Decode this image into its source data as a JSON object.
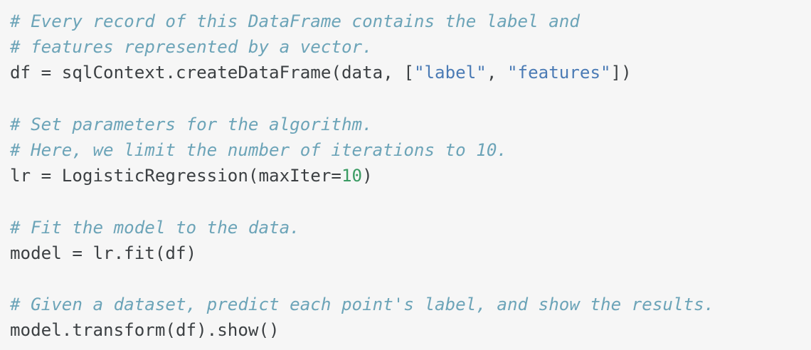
{
  "editor": {
    "language": "python",
    "background_color": "#f6f6f6",
    "colors": {
      "comment": "#6ca4b8",
      "plain": "#3c4043",
      "string": "#4b7bb5",
      "number": "#3a9b63"
    },
    "lines": [
      {
        "index": 0,
        "text": "# Every record of this DataFrame contains the label and",
        "tokens": [
          {
            "type": "comment",
            "text": "# Every record of this DataFrame contains the label and"
          }
        ]
      },
      {
        "index": 1,
        "text": "# features represented by a vector.",
        "tokens": [
          {
            "type": "comment",
            "text": "# features represented by a vector."
          }
        ]
      },
      {
        "index": 2,
        "text": "df = sqlContext.createDataFrame(data, [\"label\", \"features\"])",
        "tokens": [
          {
            "type": "plain",
            "text": "df = sqlContext.createDataFrame(data, ["
          },
          {
            "type": "string",
            "text": "\"label\""
          },
          {
            "type": "plain",
            "text": ", "
          },
          {
            "type": "string",
            "text": "\"features\""
          },
          {
            "type": "plain",
            "text": "])"
          }
        ]
      },
      {
        "index": 3,
        "text": "",
        "tokens": [
          {
            "type": "plain",
            "text": ""
          }
        ]
      },
      {
        "index": 4,
        "text": "# Set parameters for the algorithm.",
        "tokens": [
          {
            "type": "comment",
            "text": "# Set parameters for the algorithm."
          }
        ]
      },
      {
        "index": 5,
        "text": "# Here, we limit the number of iterations to 10.",
        "tokens": [
          {
            "type": "comment",
            "text": "# Here, we limit the number of iterations to 10."
          }
        ]
      },
      {
        "index": 6,
        "text": "lr = LogisticRegression(maxIter=10)",
        "tokens": [
          {
            "type": "plain",
            "text": "lr = LogisticRegression(maxIter="
          },
          {
            "type": "number",
            "text": "10"
          },
          {
            "type": "plain",
            "text": ")"
          }
        ]
      },
      {
        "index": 7,
        "text": "",
        "tokens": [
          {
            "type": "plain",
            "text": ""
          }
        ]
      },
      {
        "index": 8,
        "text": "# Fit the model to the data.",
        "tokens": [
          {
            "type": "comment",
            "text": "# Fit the model to the data."
          }
        ]
      },
      {
        "index": 9,
        "text": "model = lr.fit(df)",
        "tokens": [
          {
            "type": "plain",
            "text": "model = lr.fit(df)"
          }
        ]
      },
      {
        "index": 10,
        "text": "",
        "tokens": [
          {
            "type": "plain",
            "text": ""
          }
        ]
      },
      {
        "index": 11,
        "text": "# Given a dataset, predict each point's label, and show the results.",
        "tokens": [
          {
            "type": "comment",
            "text": "# Given a dataset, predict each point's label, and show the results."
          }
        ]
      },
      {
        "index": 12,
        "text": "model.transform(df).show()",
        "tokens": [
          {
            "type": "plain",
            "text": "model.transform(df).show()"
          }
        ]
      }
    ]
  }
}
